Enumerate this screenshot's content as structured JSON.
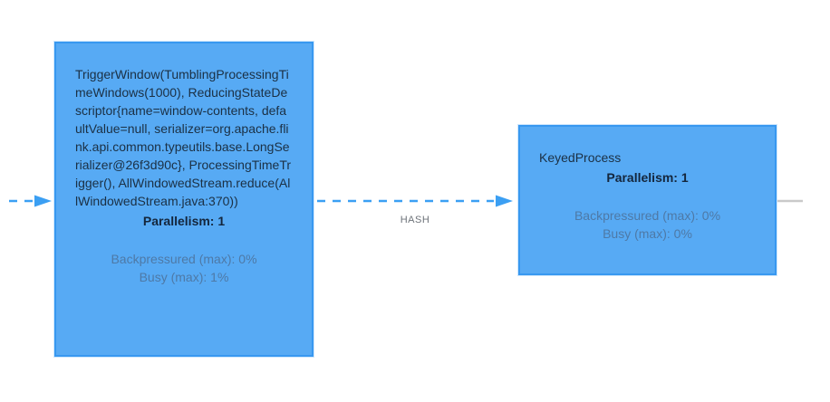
{
  "graph": {
    "nodes": [
      {
        "id": "trigger-window",
        "name": "TriggerWindow(TumblingProcessingTimeWindows(1000), ReducingStateDescriptor{name=window-contents, defaultValue=null, serializer=org.apache.flink.api.common.typeutils.base.LongSerializer@26f3d90c}, ProcessingTimeTrigger(), AllWindowedStream.reduce(AllWindowedStream.java:370))",
        "parallelism": "Parallelism: 1",
        "metrics": [
          "Backpressured (max): 0%",
          "Busy (max): 1%"
        ]
      },
      {
        "id": "keyed-process",
        "name": "KeyedProcess",
        "parallelism": "Parallelism: 1",
        "metrics": [
          "Backpressured (max): 0%",
          "Busy (max): 0%"
        ]
      }
    ],
    "edges": [
      {
        "id": "incoming-edge",
        "label": "",
        "style": "dashed"
      },
      {
        "id": "window-to-keyedprocess-edge",
        "label": "HASH",
        "style": "dashed"
      },
      {
        "id": "outgoing-edge",
        "label": "",
        "style": "solid"
      }
    ]
  },
  "colors": {
    "node_fill": "#57aaf4",
    "node_border": "#3898f0",
    "node_name_text": "#1b3044",
    "node_metrics_text": "#4e79a6",
    "edge_blue": "#3b9ff3",
    "edge_gray": "#c9c9c9",
    "edge_label_text": "#6e737a",
    "background": "#ffffff"
  }
}
